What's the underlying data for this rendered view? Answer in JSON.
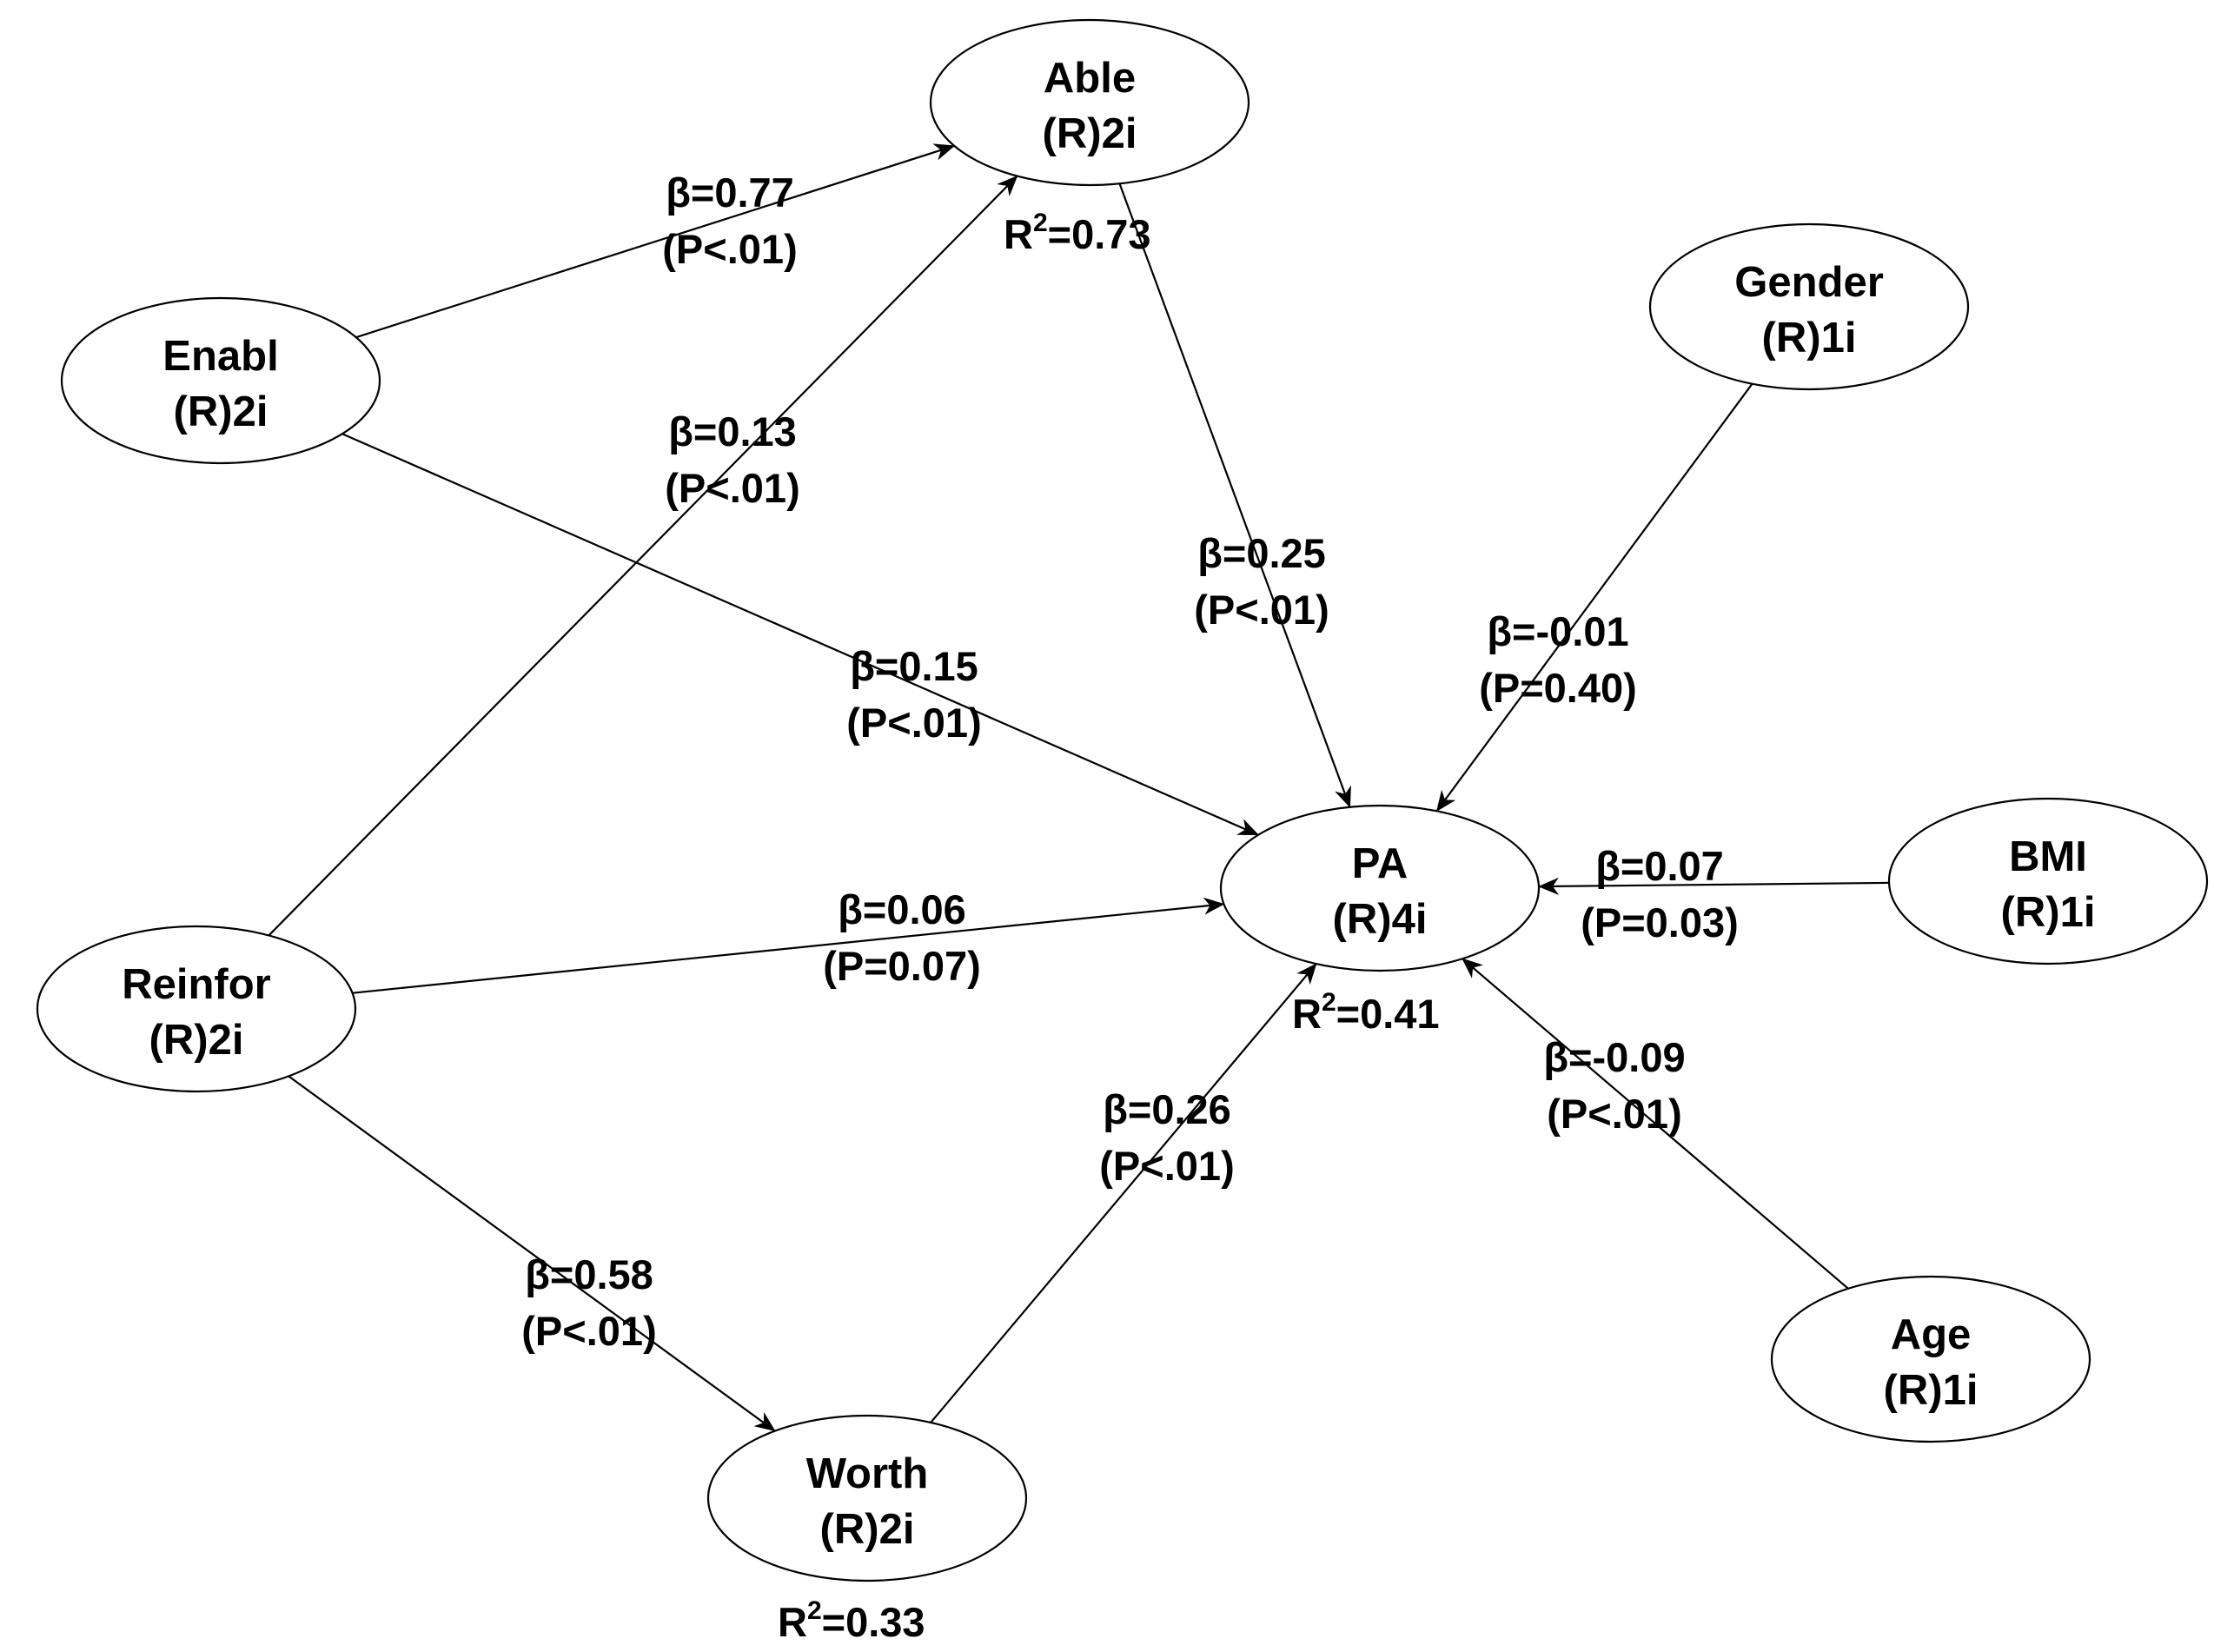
{
  "nodes": [
    {
      "id": "able",
      "name": "Able",
      "sub": "(R)2i",
      "r2": "=0.73"
    },
    {
      "id": "enabl",
      "name": "Enabl",
      "sub": "(R)2i",
      "r2": ""
    },
    {
      "id": "reinfor",
      "name": "Reinfor",
      "sub": "(R)2i",
      "r2": ""
    },
    {
      "id": "worth",
      "name": "Worth",
      "sub": "(R)2i",
      "r2": "=0.33"
    },
    {
      "id": "pa",
      "name": "PA",
      "sub": "(R)4i",
      "r2": "=0.41"
    },
    {
      "id": "gender",
      "name": "Gender",
      "sub": "(R)1i",
      "r2": ""
    },
    {
      "id": "bmi",
      "name": "BMI",
      "sub": "(R)1i",
      "r2": ""
    },
    {
      "id": "age",
      "name": "Age",
      "sub": "(R)1i",
      "r2": ""
    }
  ],
  "r2_label": "R",
  "r2_sup": "2",
  "edges": [
    {
      "from": "enabl",
      "to": "able",
      "beta": "β=0.77",
      "p": "(P<.01)"
    },
    {
      "from": "reinfor",
      "to": "able",
      "beta": "β=0.13",
      "p": "(P<.01)"
    },
    {
      "from": "enabl",
      "to": "pa",
      "beta": "β=0.15",
      "p": "(P<.01)"
    },
    {
      "from": "able",
      "to": "pa",
      "beta": "β=0.25",
      "p": "(P<.01)"
    },
    {
      "from": "gender",
      "to": "pa",
      "beta": "β=-0.01",
      "p": "(P=0.40)"
    },
    {
      "from": "reinfor",
      "to": "pa",
      "beta": "β=0.06",
      "p": "(P=0.07)"
    },
    {
      "from": "bmi",
      "to": "pa",
      "beta": "β=0.07",
      "p": "(P=0.03)"
    },
    {
      "from": "age",
      "to": "pa",
      "beta": "β=-0.09",
      "p": "(P<.01)"
    },
    {
      "from": "worth",
      "to": "pa",
      "beta": "β=0.26",
      "p": "(P<.01)"
    },
    {
      "from": "reinfor",
      "to": "worth",
      "beta": "β=0.58",
      "p": "(P<.01)"
    }
  ]
}
